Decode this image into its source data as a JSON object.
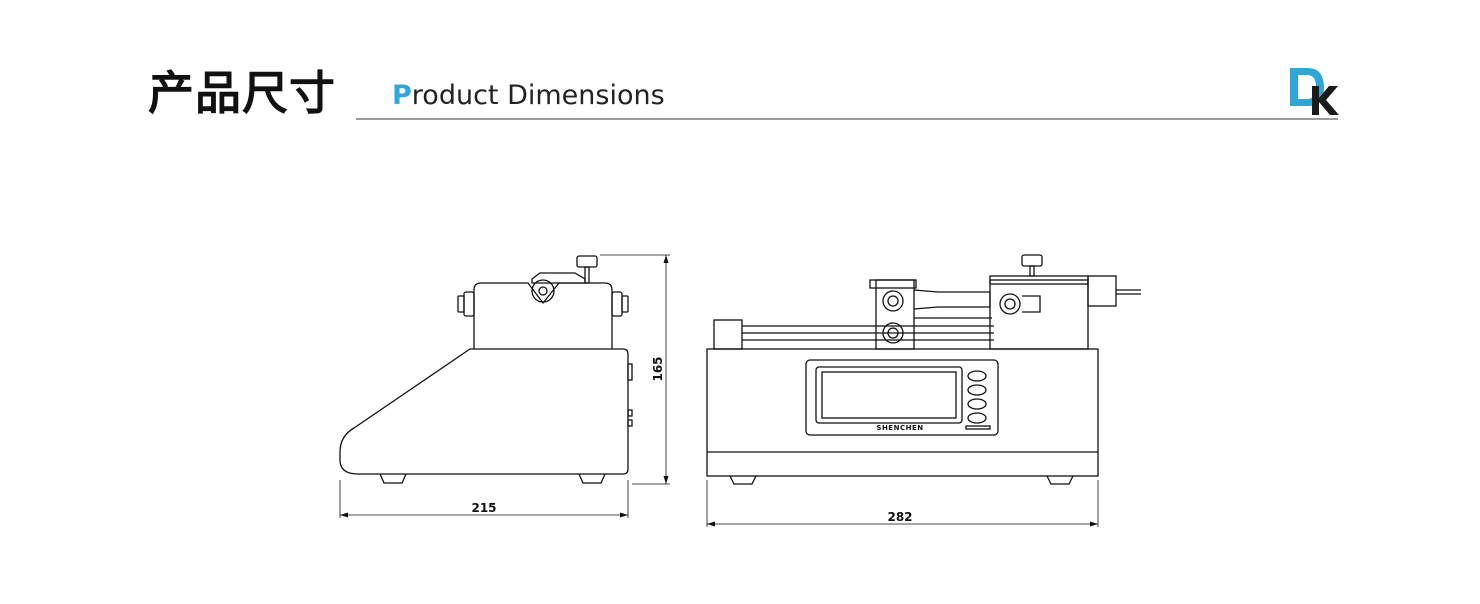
{
  "header": {
    "title_zh": "产品尺寸",
    "title_en_accent": "P",
    "title_en_rest": "roduct Dimensions"
  },
  "logo": {
    "icon": "dk-logo-icon",
    "text": "DK",
    "accent_color": "#2ea7d8",
    "dark_color": "#1a1a1a"
  },
  "side_view": {
    "width_label": "215",
    "height_label": "165"
  },
  "front_view": {
    "width_label": "282",
    "brand_label": "SHENCHEN"
  },
  "colors": {
    "accent": "#2ea7d8",
    "line": "#111111",
    "rule": "#9a9a9a"
  }
}
